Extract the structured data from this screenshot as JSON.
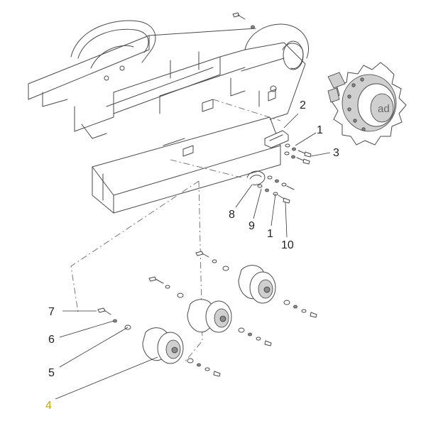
{
  "callouts": [
    {
      "id": "1a",
      "label": "1"
    },
    {
      "id": "2",
      "label": "2"
    },
    {
      "id": "3",
      "label": "3"
    },
    {
      "id": "8",
      "label": "8"
    },
    {
      "id": "9",
      "label": "9"
    },
    {
      "id": "1b",
      "label": "1"
    },
    {
      "id": "10",
      "label": "10"
    },
    {
      "id": "7",
      "label": "7"
    },
    {
      "id": "6",
      "label": "6"
    },
    {
      "id": "5",
      "label": "5"
    },
    {
      "id": "4",
      "label": "4"
    }
  ],
  "colors": {
    "line": "#4a4a4a",
    "highlight_callout": "#c9a800"
  }
}
